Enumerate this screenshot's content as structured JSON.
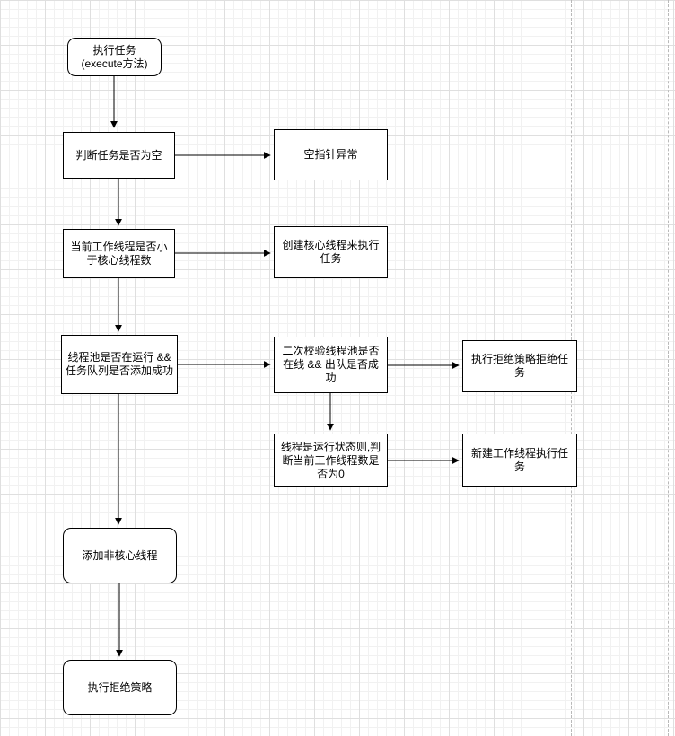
{
  "canvas": {
    "background_color": "#ffffff",
    "grid_minor_color": "#f1f1f1",
    "grid_major_color": "#dfdfdf",
    "page_break_color": "#b9b9b9",
    "node_fill_color": "#ffffff",
    "node_border_color": "#000000",
    "arrow_color": "#000000",
    "text_color": "#000000"
  },
  "diagram": {
    "nodes": [
      {
        "id": "execute-task",
        "shape": "rounded",
        "label": "执行任务\n(execute方法)"
      },
      {
        "id": "check-task-null",
        "shape": "rectangle",
        "label": "判断任务是否为空"
      },
      {
        "id": "null-pointer",
        "shape": "rectangle",
        "label": "空指针异常"
      },
      {
        "id": "check-core-count",
        "shape": "rectangle",
        "label": "当前工作线程是否小于核心线程数"
      },
      {
        "id": "create-core-thread",
        "shape": "rectangle",
        "label": "创建核心线程来执行任务"
      },
      {
        "id": "pool-running-enqueue",
        "shape": "rectangle",
        "label": "线程池是否在运行 && 任务队列是否添加成功"
      },
      {
        "id": "double-check",
        "shape": "rectangle",
        "label": "二次校验线程池是否在线 && 出队是否成功"
      },
      {
        "id": "reject-policy-task",
        "shape": "rectangle",
        "label": "执行拒绝策略拒绝任务"
      },
      {
        "id": "check-worker-zero",
        "shape": "rectangle",
        "label": "线程是运行状态则,判断当前工作线程数是否为0"
      },
      {
        "id": "new-worker-thread",
        "shape": "rectangle",
        "label": "新建工作线程执行任务"
      },
      {
        "id": "add-noncore-thread",
        "shape": "rounded",
        "label": "添加非核心线程"
      },
      {
        "id": "run-reject-policy",
        "shape": "rounded",
        "label": "执行拒绝策略"
      }
    ],
    "edges": [
      {
        "from": "execute-task",
        "to": "check-task-null"
      },
      {
        "from": "check-task-null",
        "to": "null-pointer"
      },
      {
        "from": "check-task-null",
        "to": "check-core-count"
      },
      {
        "from": "check-core-count",
        "to": "create-core-thread"
      },
      {
        "from": "check-core-count",
        "to": "pool-running-enqueue"
      },
      {
        "from": "pool-running-enqueue",
        "to": "double-check"
      },
      {
        "from": "double-check",
        "to": "reject-policy-task"
      },
      {
        "from": "double-check",
        "to": "check-worker-zero"
      },
      {
        "from": "check-worker-zero",
        "to": "new-worker-thread"
      },
      {
        "from": "pool-running-enqueue",
        "to": "add-noncore-thread"
      },
      {
        "from": "add-noncore-thread",
        "to": "run-reject-policy"
      }
    ]
  }
}
